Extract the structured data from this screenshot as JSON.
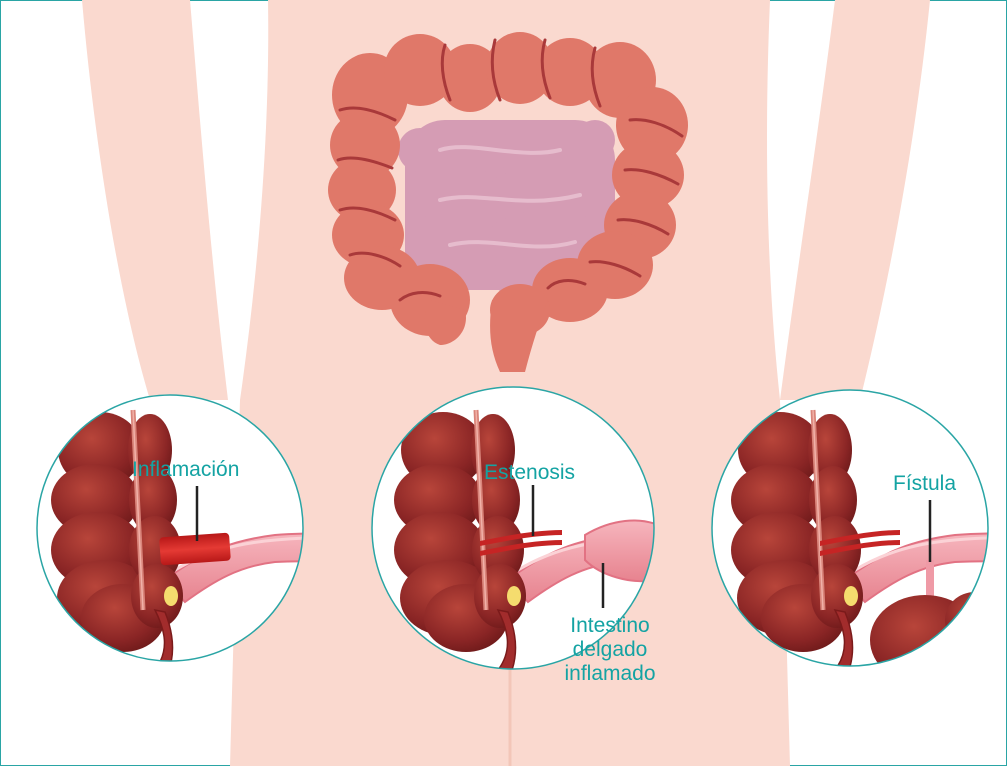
{
  "colors": {
    "frame": "#2aa5a5",
    "skin": "#fad9cf",
    "colon": "#e07869",
    "colon_line": "#a9393a",
    "small_intestine": "#d59cb4",
    "label": "#14a3a3",
    "dark_colon": "#8c2424",
    "intestine_tube": "#ef9aa6",
    "inflamed": "#d32b2b"
  },
  "labels": {
    "inflammation": "Inflamación",
    "stenosis": "Estenosis",
    "fistula": "Fístula",
    "inflamed_line1": "Intestino",
    "inflamed_line2": "delgado",
    "inflamed_line3": "inflamado"
  },
  "icons": {
    "torso": "human-torso-icon",
    "colon": "large-intestine-icon",
    "small_intestine": "small-intestine-icon"
  }
}
